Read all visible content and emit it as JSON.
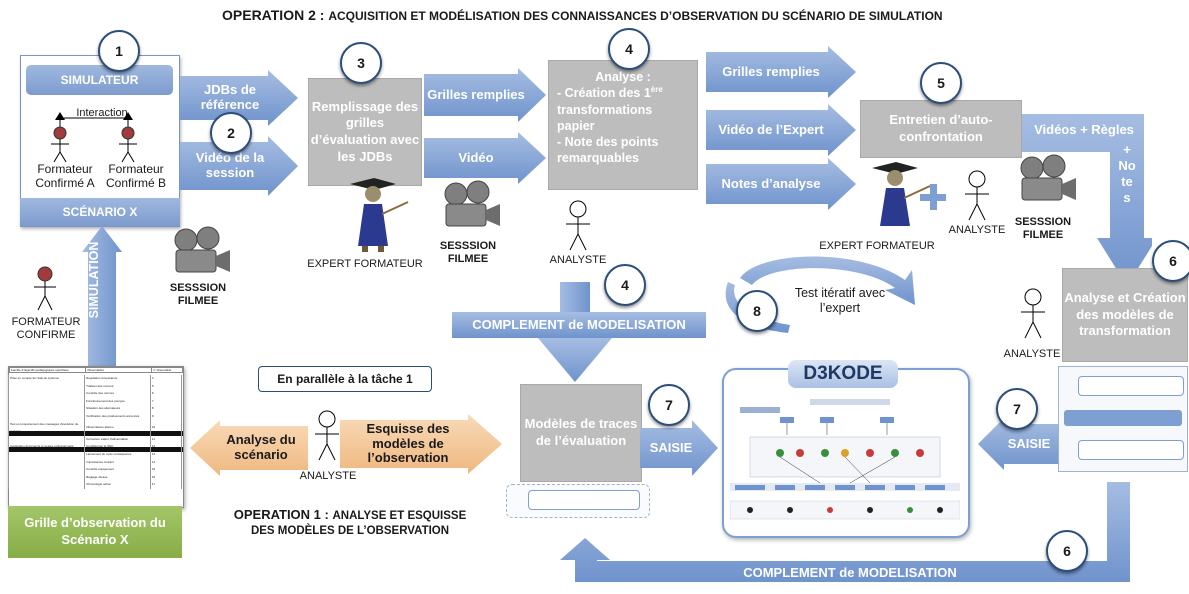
{
  "titles": {
    "operation2_prefix": "OPERATION 2 :",
    "operation2_text": "ACQUISITION ET MODÉLISATION DES CONNAISSANCES D’OBSERVATION DU SCÉNARIO DE SIMULATION",
    "operation1_prefix": "OPERATION 1 :",
    "operation1_line1": "ANALYSE ET ESQUISSE",
    "operation1_line2": "DES MODÈLES DE L’OBSERVATION"
  },
  "step_numbers": {
    "s1": "1",
    "s2": "2",
    "s3": "3",
    "s4a": "4",
    "s4b": "4",
    "s5": "5",
    "s6a": "6",
    "s6b": "6",
    "s7a": "7",
    "s7b": "7",
    "s8": "8"
  },
  "simulator": {
    "header": "SIMULATEUR",
    "interaction": "Interaction",
    "trainer_a": "Formateur Confirmé A",
    "trainer_b": "Formateur Confirmé B",
    "footer": "SCÉNARIO X"
  },
  "arrows": {
    "jdb_reference": "JDBs de référence",
    "session_video": "Vidéo de la session",
    "filled_grids_1": "Grilles remplies",
    "video": "Vidéo",
    "filled_grids_2": "Grilles remplies",
    "expert_video": "Vidéo de l’Expert",
    "analysis_notes": "Notes d’analyse",
    "videos_rules": "Vidéos + Règles",
    "notes_vertical": "+ Notes",
    "simulation": "SIMULATION",
    "modeling_complement_1": "COMPLEMENT de MODELISATION",
    "modeling_complement_2": "COMPLEMENT de MODELISATION",
    "scenario_analysis": "Analyse du scénario",
    "model_sketch": "Esquisse des modèles de l’observation",
    "entry_1": "SAISIE",
    "entry_2": "SAISIE"
  },
  "boxes": {
    "fill_grids": "Remplissage des grilles d’évaluation avec les JDBs",
    "analysis_title": "Analyse :",
    "analysis_item1_a": "- Création des 1",
    "analysis_item1_sup": "ère",
    "analysis_item1_b": "transformations papier",
    "analysis_item2": "- Note des points remarquables",
    "self_confrontation": "Entretien d’auto-confrontation",
    "transformation_models": "Analyse et Création des modèles de transformation",
    "trace_models": "Modèles de traces de l’évaluation",
    "iterative_test": "Test itératif avec l’expert",
    "d3kode": "D3KODE",
    "parallel_task": "En parallèle à la tâche 1",
    "observation_grid": "Grille d’observation du Scénario X"
  },
  "captions": {
    "expert_trainer_1": "EXPERT FORMATEUR",
    "expert_trainer_2": "EXPERT FORMATEUR",
    "filmed_session_1": "SESSSION FILMEE",
    "filmed_session_2": "SESSSION FILMEE",
    "filmed_session_3": "SESSSION FILMEE",
    "analyst_1": "ANALYSTE",
    "analyst_2": "ANALYSTE",
    "analyst_3": "ANALYSTE",
    "analyst_4": "ANALYSTE",
    "confirmed_trainer": "FORMATEUR CONFIRME"
  },
  "observation_table": {
    "headers": [
      "Famille d'objectifs pédagogiques spécifiées",
      "Observables",
      "n° observable"
    ],
    "rows": [
      [
        "Prise en compte de l'état du système",
        "Régulation température",
        "4"
      ],
      [
        "",
        "Traitées des normes",
        "5"
      ],
      [
        "",
        "Contrôle des normes",
        "6"
      ],
      [
        "",
        "Fonctionnement des pompes",
        "7"
      ],
      [
        "",
        "Situation des alternateurs",
        "8"
      ],
      [
        "",
        "Vérification des prélèvements annoncés",
        "9"
      ],
      [
        "Test et comportement des messages d'évolution du système",
        "Observations alarme",
        "10"
      ],
      [
        "",
        "Correction valeur d'alimentation",
        "11"
      ],
      [
        "Application documents et gestes professionnels",
        "Conditionner le SDC",
        "12"
      ],
      [
        "",
        "Lancement du cycle conséquence",
        "13"
      ],
      [
        "",
        "Impuissance courant",
        "14"
      ],
      [
        "",
        "Contrôle équipement",
        "15"
      ],
      [
        "",
        "Réglage vitesse",
        "16"
      ],
      [
        "",
        "Chronologie action",
        "17"
      ]
    ]
  },
  "colors": {
    "arrow_blue": "#7e9fd2",
    "box_gray": "#bdbdbd",
    "arrow_orange": "#f3c89a",
    "grid_green": "#93b954",
    "number_border": "#2c4e7a"
  }
}
